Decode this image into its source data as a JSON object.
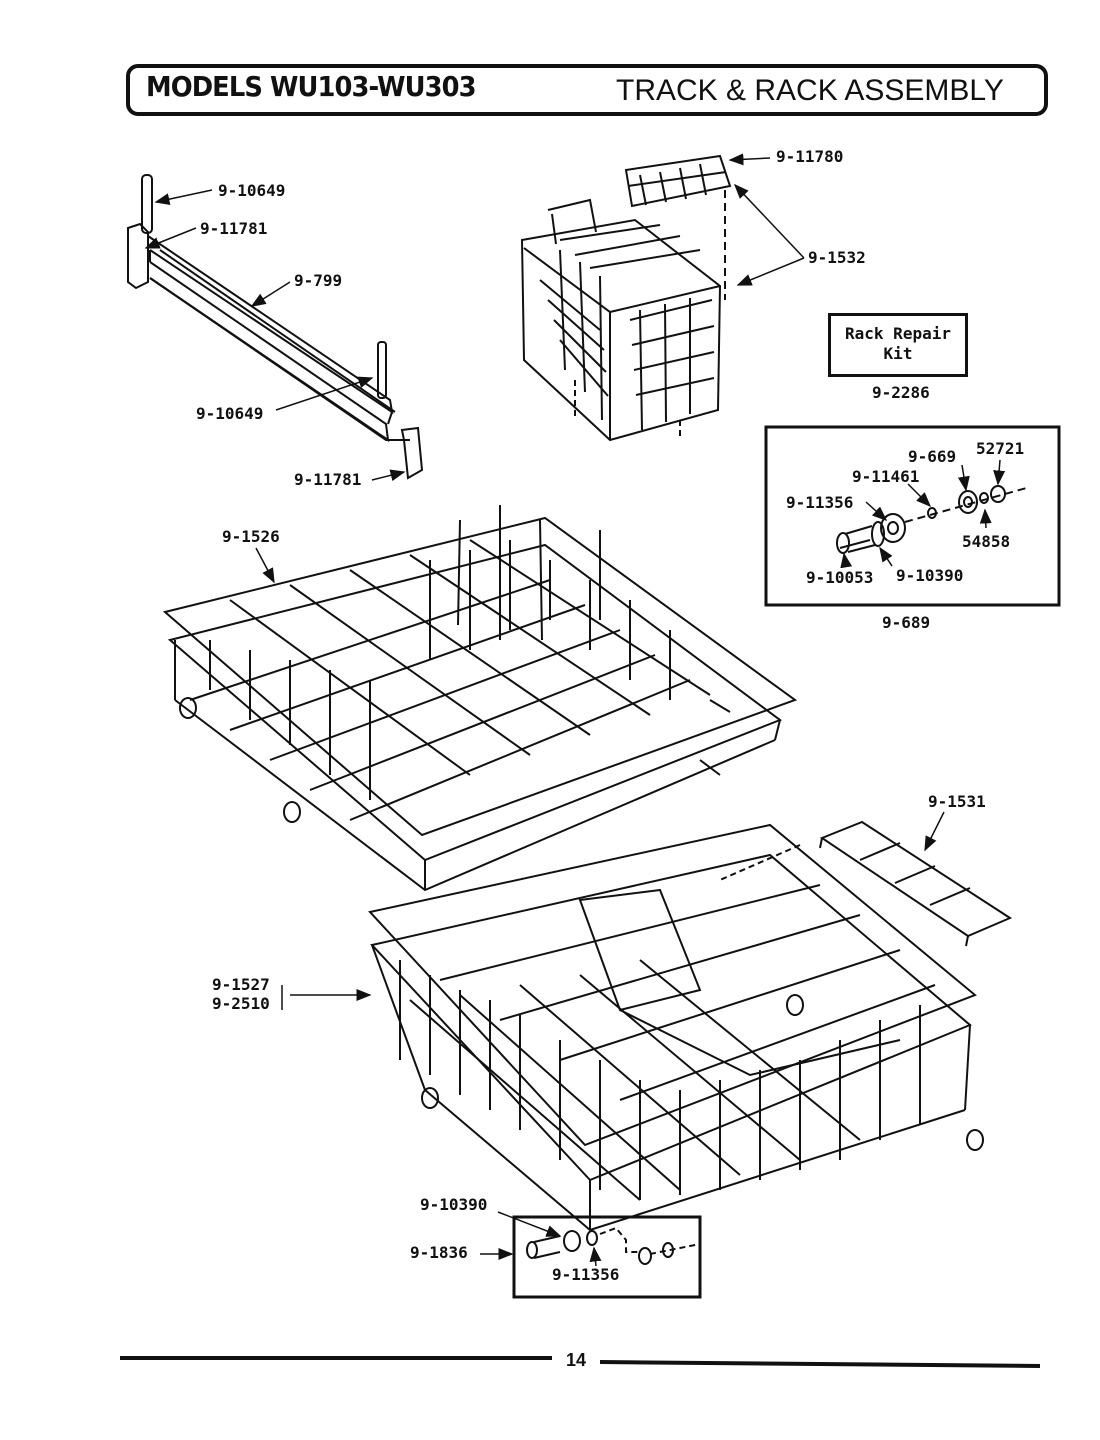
{
  "header": {
    "models": "MODELS WU103-WU303",
    "section": "TRACK & RACK ASSEMBLY"
  },
  "kit": {
    "line1": "Rack Repair",
    "line2": "Kit",
    "part": "9-2286"
  },
  "labels": {
    "pin_top": "9-10649",
    "end_cap_top": "9-11781",
    "track": "9-799",
    "pin_bottom": "9-10649",
    "end_cap_bottom": "9-11781",
    "basket_lid": "9-11780",
    "basket": "9-1532",
    "upper_rack": "9-1526",
    "shelf": "9-1531",
    "lower_rack_a": "9-1527",
    "lower_rack_b": "9-2510",
    "wheel_kit_669": "9-669",
    "wheel_kit_52721": "52721",
    "wheel_kit_11461": "9-11461",
    "wheel_kit_11356": "9-11356",
    "wheel_kit_54858": "54858",
    "wheel_kit_10053": "9-10053",
    "wheel_kit_10390": "9-10390",
    "wheel_kit_part": "9-689",
    "lower_10390": "9-10390",
    "lower_1836": "9-1836",
    "lower_11356": "9-11356"
  },
  "footer": {
    "page": "14"
  }
}
